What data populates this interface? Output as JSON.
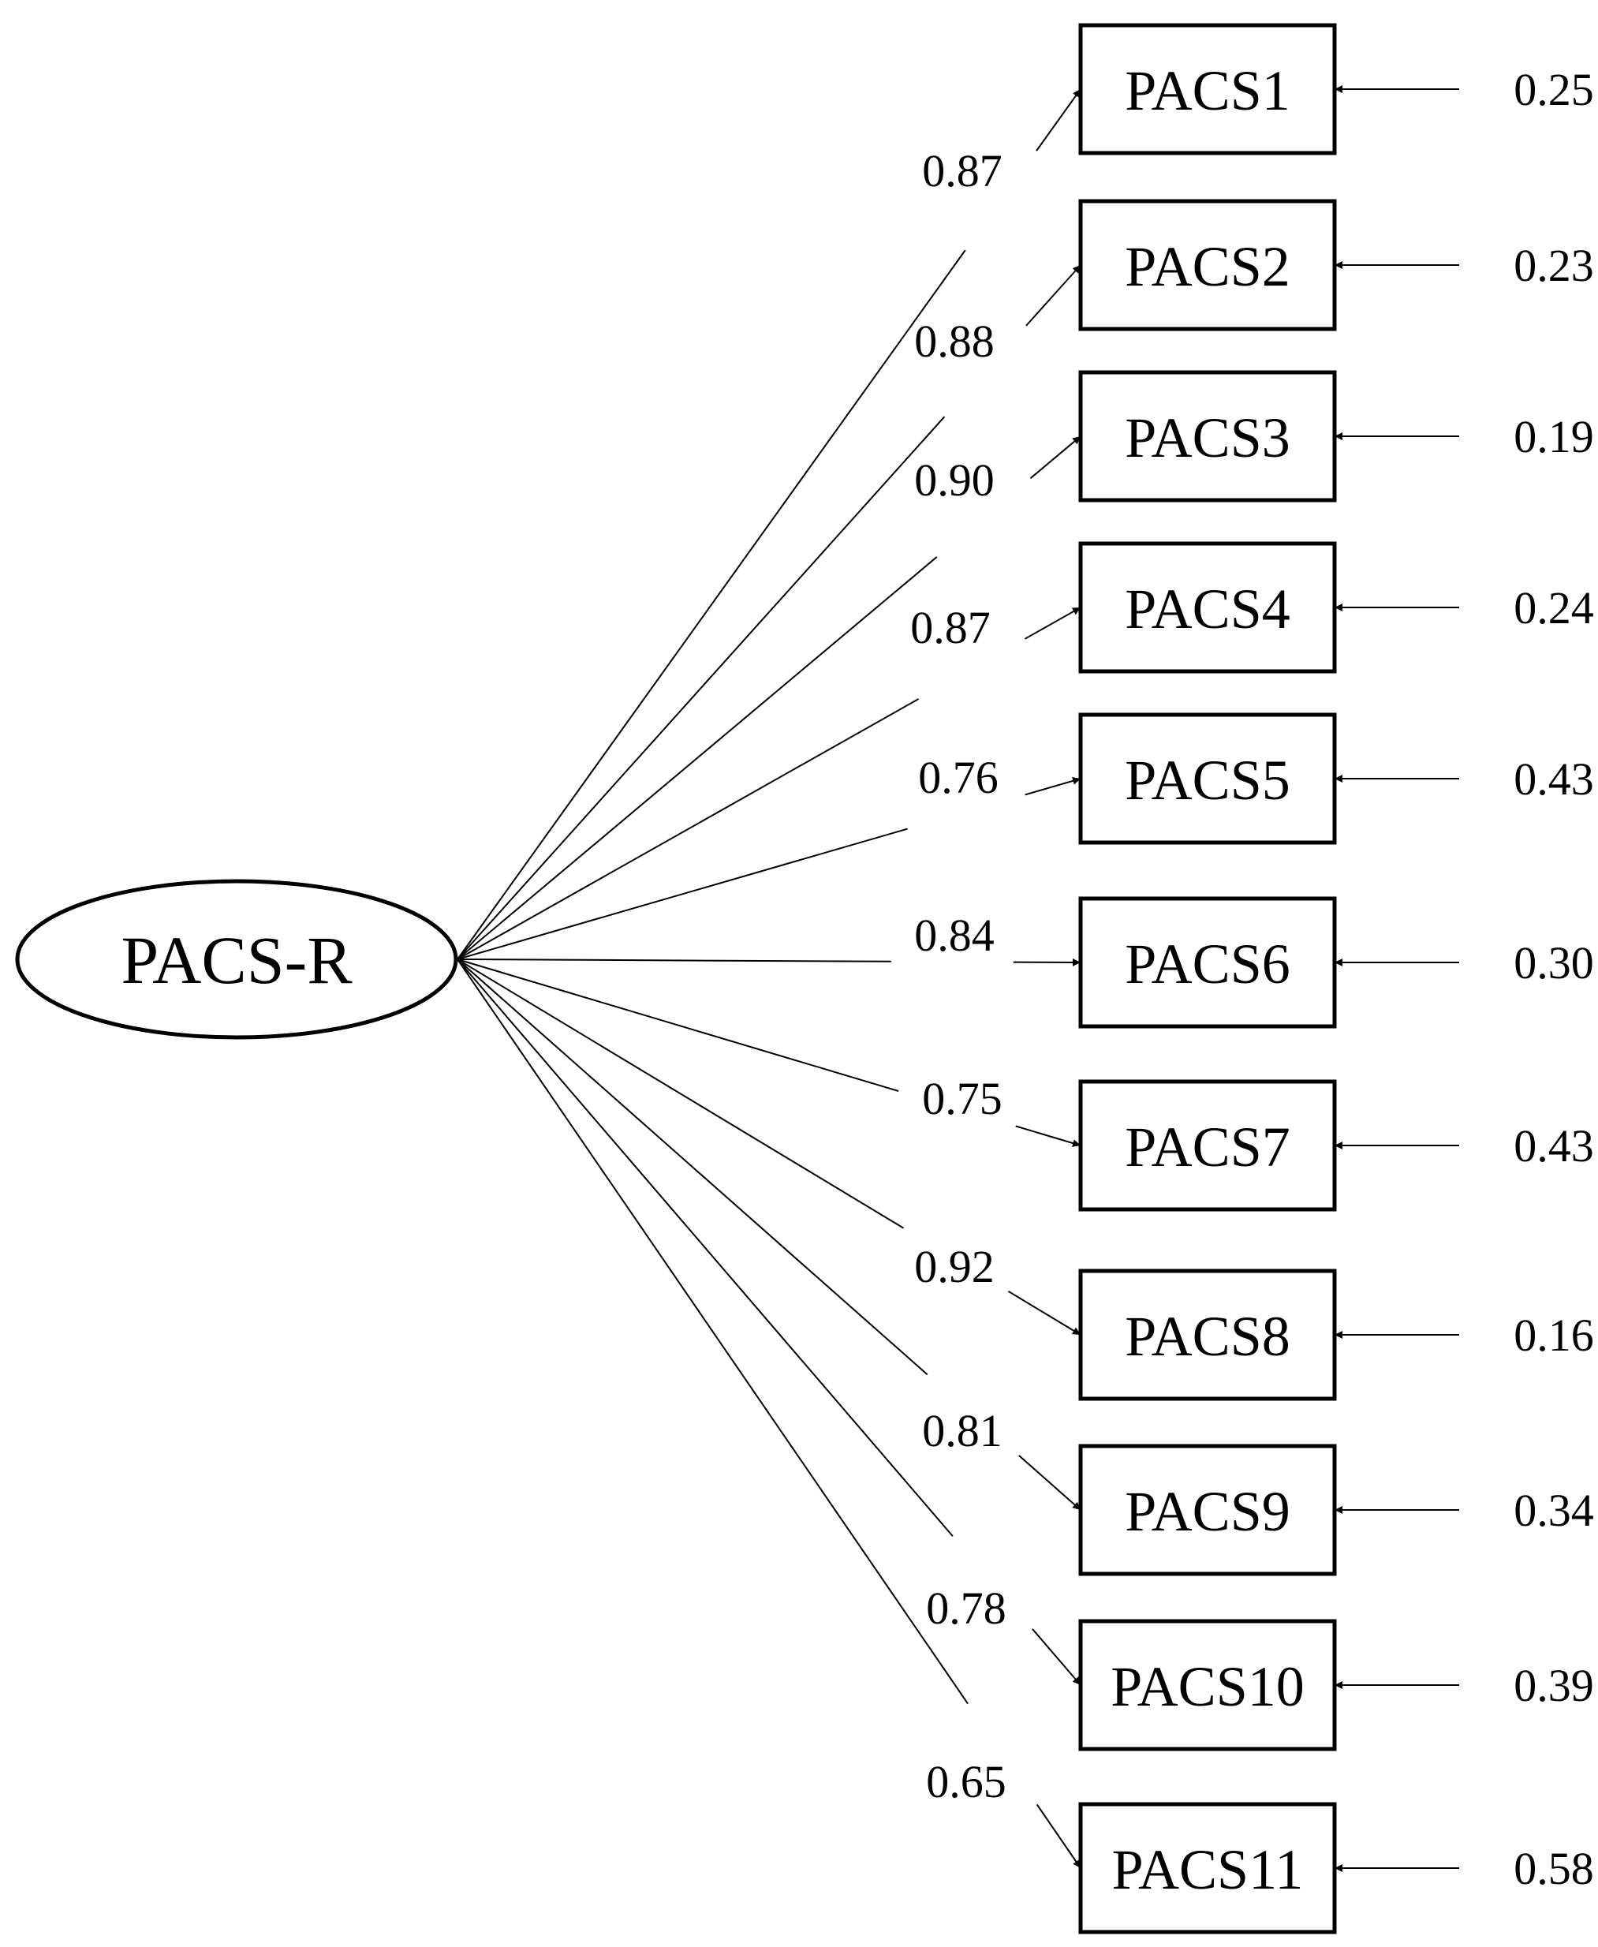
{
  "factor": {
    "label": "PACS-R"
  },
  "items": [
    {
      "label": "PACS1",
      "loading": "0.87",
      "error": "0.25"
    },
    {
      "label": "PACS2",
      "loading": "0.88",
      "error": "0.23"
    },
    {
      "label": "PACS3",
      "loading": "0.90",
      "error": "0.19"
    },
    {
      "label": "PACS4",
      "loading": "0.87",
      "error": "0.24"
    },
    {
      "label": "PACS5",
      "loading": "0.76",
      "error": "0.43"
    },
    {
      "label": "PACS6",
      "loading": "0.84",
      "error": "0.30"
    },
    {
      "label": "PACS7",
      "loading": "0.75",
      "error": "0.43"
    },
    {
      "label": "PACS8",
      "loading": "0.92",
      "error": "0.16"
    },
    {
      "label": "PACS9",
      "loading": "0.81",
      "error": "0.34"
    },
    {
      "label": "PACS10",
      "loading": "0.78",
      "error": "0.39"
    },
    {
      "label": "PACS11",
      "loading": "0.65",
      "error": "0.58"
    }
  ]
}
